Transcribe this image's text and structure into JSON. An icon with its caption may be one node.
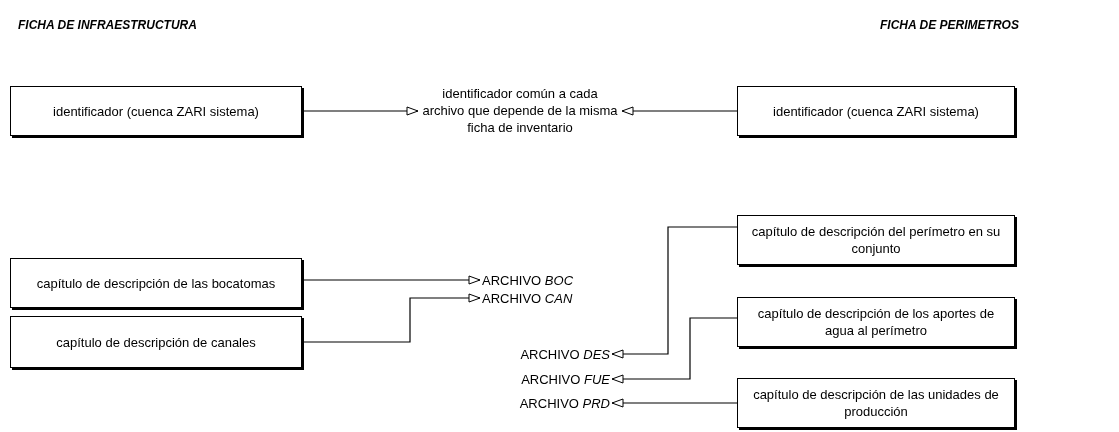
{
  "diagram": {
    "nodes": [
      {
        "text": [
          "identificador (cuenca ZARI sistema)"
        ]
      },
      {
        "text": [
          "identificador común a cada archivo que depende de la misma ficha de inventario"
        ]
      },
      {
        "text": [
          "identificador (cuenca ZARI sistema)"
        ]
      },
      {
        "text": [
          "capítulo de descripción del perímetro en su conjunto"
        ]
      },
      {
        "text": [
          "capítulo de descripción de las bocatomas"
        ]
      },
      {
        "text": [
          "ARCHIVO *BOC*"
        ]
      },
      {
        "text": [
          "ARCHIVO *CAN*"
        ]
      },
      {
        "text": [
          "capítulo de descripción de los aportes de agua al perímetro"
        ]
      },
      {
        "text": [
          "capítulo de descripción de canales"
        ]
      },
      {
        "text": [
          "ARCHIVO *DES*"
        ]
      },
      {
        "text": [
          "ARCHIVO *FUE*"
        ]
      },
      {
        "text": [
          "ARCHIVO *PRD*"
        ]
      },
      {
        "text": [
          "capítulo de descripción de las unidades de producción"
        ]
      }
    ],
    "edges": [
      {
        "from": 0,
        "to": 1,
        "arrow": "to"
      },
      {
        "from": 2,
        "to": 1,
        "arrow": "to"
      },
      {
        "from": 4,
        "to": 5,
        "arrow": "to"
      },
      {
        "from": 8,
        "to": 6,
        "arrow": "to"
      },
      {
        "from": 3,
        "to": 9,
        "arrow": "to"
      },
      {
        "from": 7,
        "to": 10,
        "arrow": "to"
      },
      {
        "from": 12,
        "to": 11,
        "arrow": "to"
      }
    ],
    "labels": [
      "FICHA DE INFRAESTRUCTURA",
      "FICHA DE PERIMETROS"
    ]
  }
}
